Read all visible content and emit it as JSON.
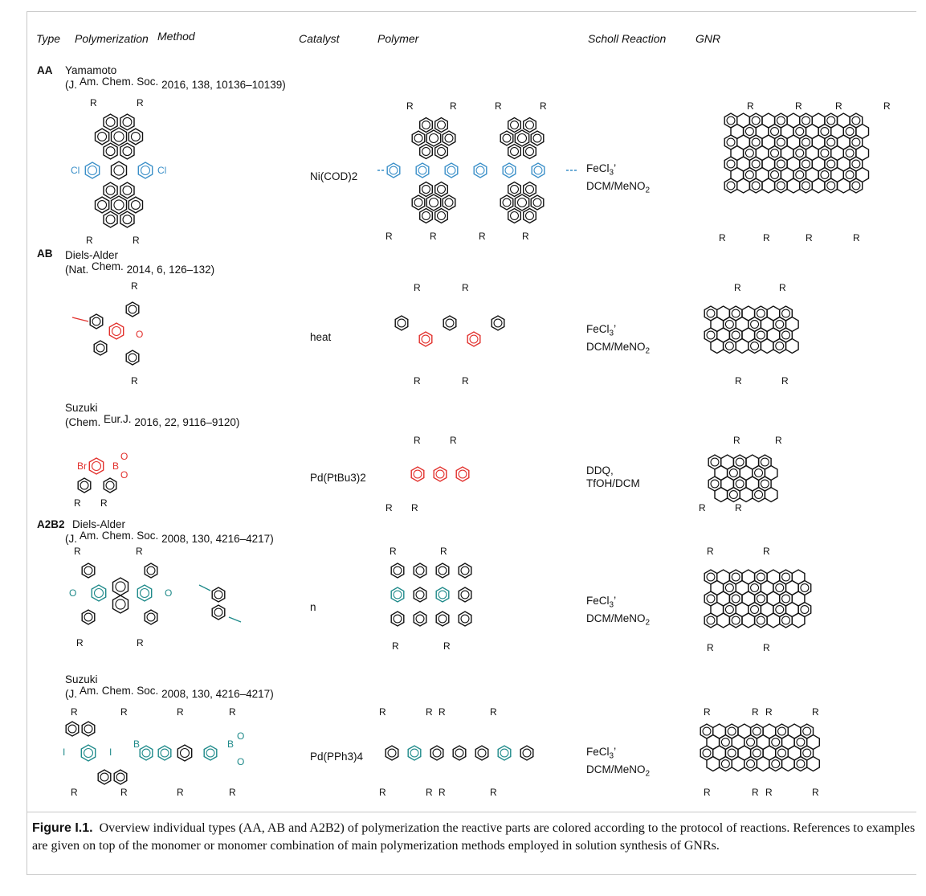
{
  "headers": {
    "type": "Type",
    "polymerization": "Polymerization",
    "method": "Method",
    "catalyst": "Catalyst",
    "polymer": "Polymer",
    "scholl": "Scholl Reaction",
    "gnr": "GNR"
  },
  "rows": {
    "aa": {
      "type": "AA",
      "method": "Yamamoto",
      "ref_a": "(J.",
      "ref_b": "Am. Chem. Soc.",
      "ref_c": "2016, 138, 10136–10139)",
      "catalyst": "Ni(COD)2",
      "scholl_1": "FeCl",
      "scholl_1_sub": "3",
      "scholl_1_tail": "’",
      "scholl_2": "DCM/MeNO",
      "scholl_2_sub": "2"
    },
    "ab_da": {
      "type": "AB",
      "method": "Diels-Alder",
      "ref_a": "(Nat.",
      "ref_b": "Chem.",
      "ref_c": "2014, 6, 126–132)",
      "catalyst": "heat",
      "scholl_1": "FeCl",
      "scholl_1_sub": "3",
      "scholl_1_tail": "’",
      "scholl_2": "DCM/MeNO",
      "scholl_2_sub": "2"
    },
    "ab_suzuki": {
      "method": "Suzuki",
      "ref_a": "(Chem.",
      "ref_b": "Eur.J.",
      "ref_c": "2016, 22, 9116–9120)",
      "catalyst": "Pd(PtBu3)2",
      "scholl_1": "DDQ,",
      "scholl_2": "TfOH/DCM"
    },
    "a2b2_da": {
      "type": "A2B2",
      "method": "Diels-Alder",
      "ref_a": "(J.",
      "ref_b": "Am. Chem. Soc.",
      "ref_c": "2008, 130, 4216–4217)",
      "catalyst": "n",
      "scholl_1": "FeCl",
      "scholl_1_sub": "3",
      "scholl_1_tail": "’",
      "scholl_2": "DCM/MeNO",
      "scholl_2_sub": "2"
    },
    "a2b2_suzuki": {
      "method": "Suzuki",
      "ref_a": "(J.",
      "ref_b": "Am. Chem. Soc.",
      "ref_c": "2008, 130, 4216–4217)",
      "catalyst": "Pd(PPh3)4",
      "scholl_1": "FeCl",
      "scholl_1_sub": "3",
      "scholl_1_tail": "’",
      "scholl_2": "DCM/MeNO",
      "scholl_2_sub": "2"
    }
  },
  "atom_labels": {
    "r": "R",
    "cl": "Cl",
    "br": "Br",
    "i": "I",
    "o": "O",
    "b": "B"
  },
  "colors": {
    "blue": "#3a8fc8",
    "red": "#e2302c",
    "teal": "#1f8a8a",
    "black": "#111111"
  },
  "caption": {
    "label": "Figure I.1.",
    "text": "Overview individual types (AA, AB and A2B2) of polymerization the reactive parts are colored according to the protocol of reactions. References to examples are given on top of the monomer or monomer combination of main polymerization methods employed in solution synthesis of GNRs."
  }
}
